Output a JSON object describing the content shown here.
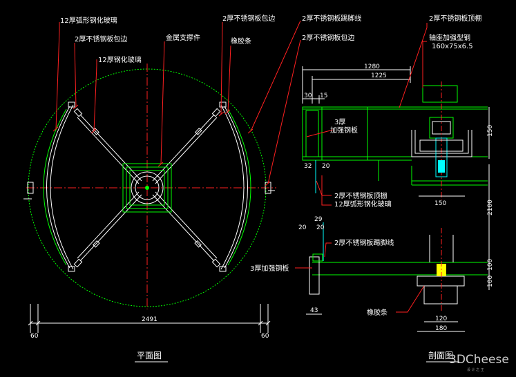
{
  "plan": {
    "title": "平面图",
    "labels": {
      "arc_glass": "12厚弧形钢化玻璃",
      "ss_edge": "2厚不锈钢板包边",
      "glass": "12厚钢化玻璃",
      "support": "金属支撑件",
      "ss_edge2": "2厚不锈钢板包边",
      "rubber": "橡胶条"
    },
    "dims": {
      "width": "2491",
      "left": "60",
      "right": "60"
    }
  },
  "section": {
    "title": "剖面图",
    "labels": {
      "kick_top": "2厚不锈钢板踢脚线",
      "edge_top": "2厚不锈钢板包边",
      "ceiling": "2厚不锈钢板顶棚",
      "axle_steel": "轴座加强型钢",
      "axle_spec": "160x75x6.5",
      "plate3": "3厚",
      "plate3b": "加强钢板",
      "ceiling2": "2厚不锈钢板顶棚",
      "arc_glass2": "12厚弧形钢化玻璃",
      "kick_bottom": "2厚不锈钢板踢脚线",
      "plate3_bottom": "3厚加强钢板",
      "rubber_bottom": "橡胶条"
    },
    "dims": {
      "d1280": "1280",
      "d1225": "1225",
      "d30": "30",
      "d15": "15",
      "d32": "32",
      "d20a": "20",
      "d150": "150",
      "v150": "150",
      "v2100": "2100",
      "d20b": "20",
      "d29": "29",
      "d20c": "20",
      "d43": "43",
      "v100": "100",
      "v100b": "100",
      "d120": "120",
      "d180": "180"
    }
  },
  "watermark": {
    "brand": "3DCheese",
    "sub": "设  计  之  王"
  },
  "colors": {
    "green": "#00ff00",
    "red": "#ff2020",
    "white": "#ffffff",
    "cyan": "#00ffff",
    "yellow": "#ffff00",
    "magenta": "#ff40ff"
  }
}
